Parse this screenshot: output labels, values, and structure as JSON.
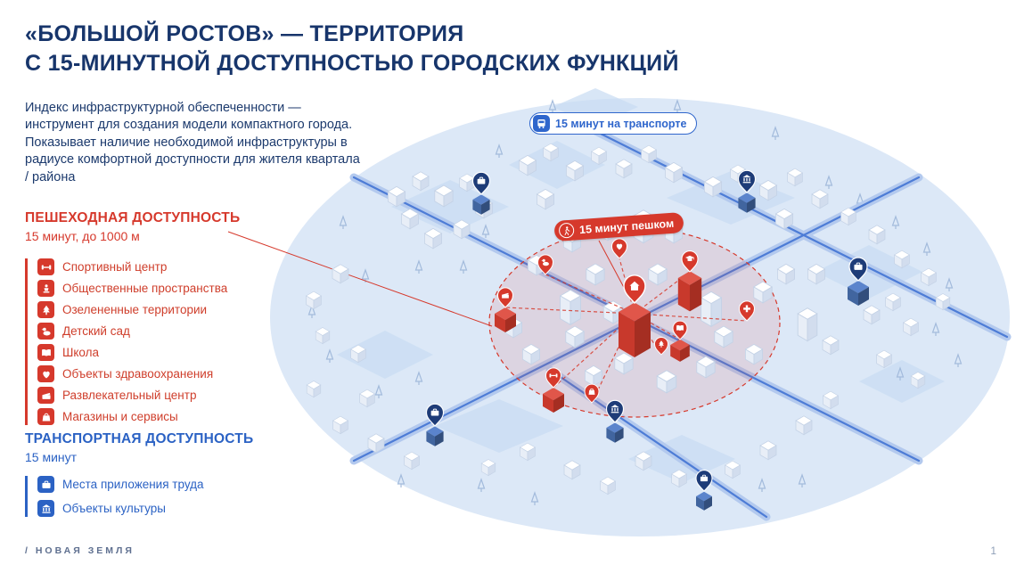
{
  "slide": {
    "title_line1": "«БОЛЬШОЙ РОСТОВ» — ТЕРРИТОРИЯ",
    "title_line2": "С 15-МИНУТНОЙ ДОСТУПНОСТЬЮ ГОРОДСКИХ ФУНКЦИЙ",
    "intro": "Индекс инфраструктурной обеспеченности — инструмент для создания модели компактного города. Показывает наличие необходимой инфраструктуры в радиусе комфортной доступности для жителя квартала / района",
    "footer_logo": "/ НОВАЯ ЗЕМЛЯ",
    "page_number": "1"
  },
  "pedestrian": {
    "title": "ПЕШЕХОДНАЯ ДОСТУПНОСТЬ",
    "subtitle": "15 минут, до 1000 м",
    "items": [
      {
        "icon": "sport-icon",
        "label": "Спортивный центр"
      },
      {
        "icon": "public-space-icon",
        "label": "Общественные пространства"
      },
      {
        "icon": "green-area-icon",
        "label": "Озелененные территории"
      },
      {
        "icon": "kindergarten-icon",
        "label": "Детский сад"
      },
      {
        "icon": "school-icon",
        "label": "Школа"
      },
      {
        "icon": "healthcare-icon",
        "label": "Объекты здравоохранения"
      },
      {
        "icon": "entertainment-icon",
        "label": "Развлекательный центр"
      },
      {
        "icon": "shops-icon",
        "label": "Магазины и сервисы"
      }
    ]
  },
  "transport": {
    "title": "ТРАНСПОРТНАЯ ДОСТУПНОСТЬ",
    "subtitle": "15 минут",
    "items": [
      {
        "icon": "workplace-icon",
        "label": "Места приложения труда"
      },
      {
        "icon": "culture-icon",
        "label": "Объекты культуры"
      }
    ]
  },
  "map": {
    "transport_badge": "15 минут на транспорте",
    "walk_badge": "15 минут пешком",
    "red_pin_types": [
      "entertainment",
      "kindergarten",
      "healthcare",
      "school",
      "home-center",
      "library",
      "medical",
      "sport",
      "shops",
      "green-area"
    ],
    "blue_pin_types": [
      "workplace",
      "culture",
      "workplace",
      "workplace",
      "culture",
      "workplace"
    ]
  },
  "colors": {
    "navy": "#17356b",
    "red": "#d6392c",
    "blue": "#2b62c4",
    "map_background": "#dce8f7",
    "pin_blue": "#1e3c78"
  }
}
